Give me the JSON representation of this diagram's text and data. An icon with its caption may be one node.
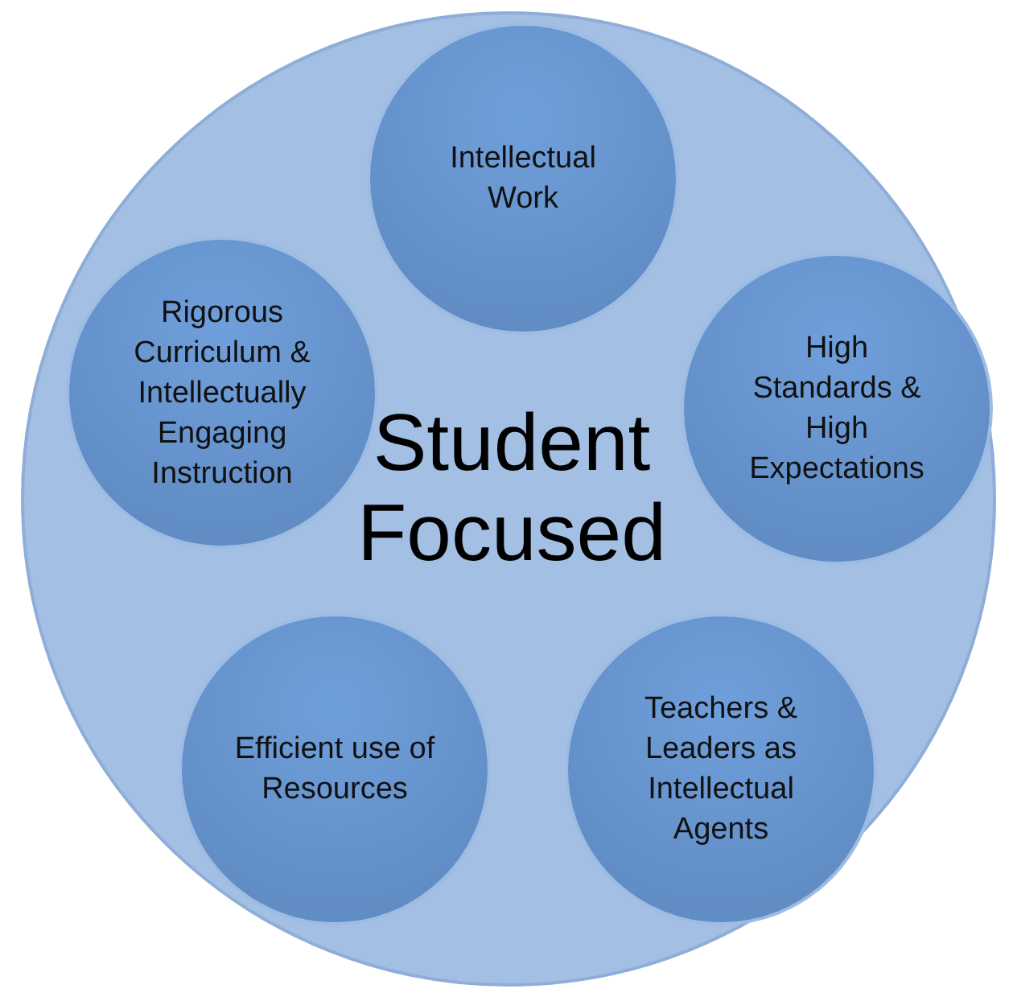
{
  "diagram": {
    "nodes": [
      {
        "text": [
          "Student Focused"
        ]
      },
      {
        "text": [
          "Intellectual Work"
        ],
        "in": 0
      },
      {
        "text": [
          "Rigorous Curriculum & Intellectually Engaging Instruction"
        ],
        "in": 0
      },
      {
        "text": [
          "High Standards & High Expectations"
        ],
        "in": 0
      },
      {
        "text": [
          "Efficient use of Resources"
        ],
        "in": 0
      },
      {
        "text": [
          "Teachers & Leaders as Intellectual Agents"
        ],
        "in": 0
      }
    ]
  }
}
